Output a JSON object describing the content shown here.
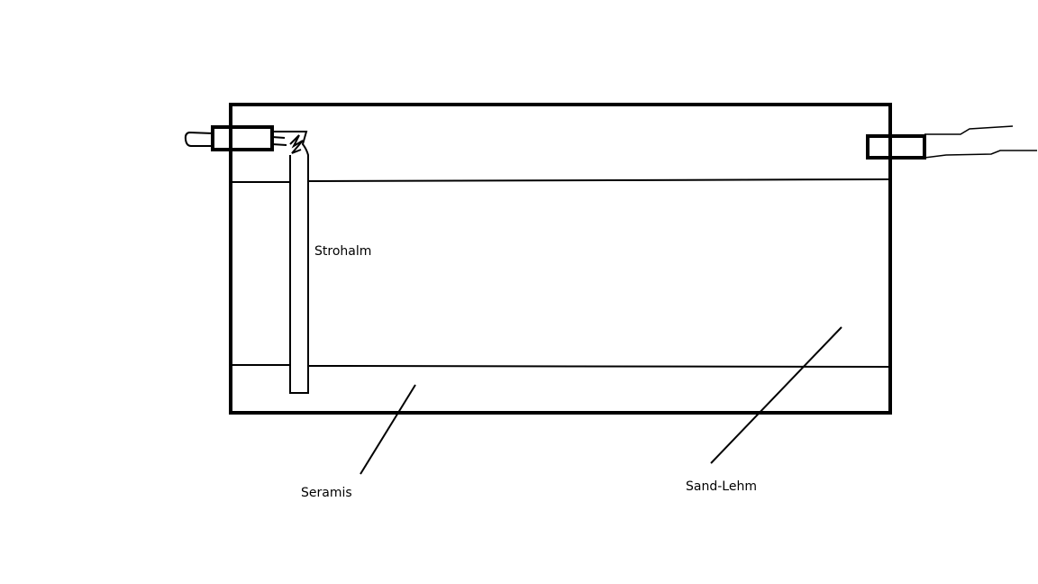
{
  "labels": {
    "straw": "Strohalm",
    "seramis": "Seramis",
    "sand_clay": "Sand-Lehm"
  },
  "colors": {
    "ink": "#000000",
    "background": "#ffffff"
  }
}
